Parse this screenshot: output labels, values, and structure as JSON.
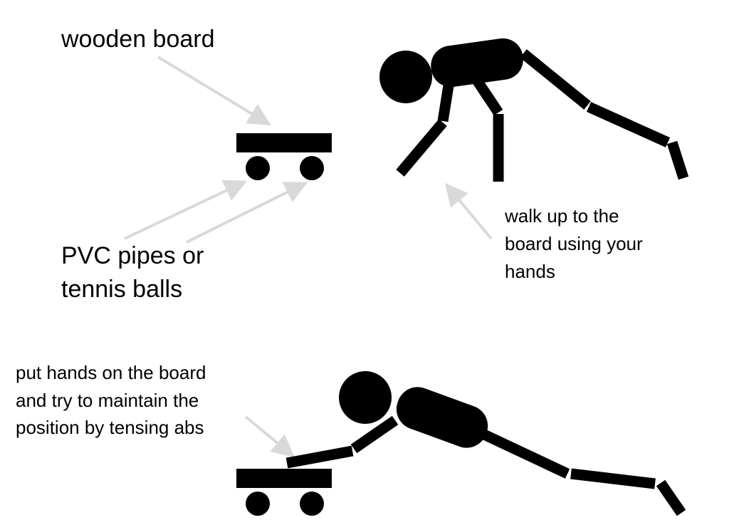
{
  "labels": {
    "wooden_board": "wooden board",
    "pvc_line1": "PVC pipes or",
    "pvc_line2": "tennis balls",
    "walk_line1": "walk up to the",
    "walk_line2": "board using your",
    "walk_line3": "hands",
    "put_line1": "put hands on the board",
    "put_line2": "and try to maintain the",
    "put_line3": "position by tensing abs"
  },
  "colors": {
    "figure": "#000000",
    "arrow": "#d9d9d9"
  }
}
